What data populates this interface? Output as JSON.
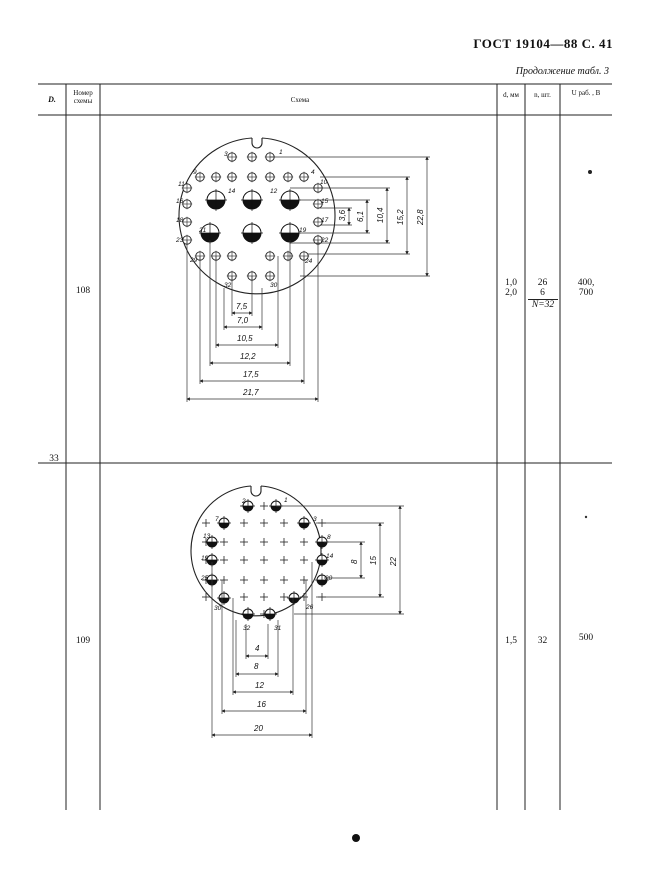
{
  "header": {
    "title": "ГОСТ  19104—88  С. 41",
    "continuation": "Продолжение табл. 3"
  },
  "table": {
    "columns": {
      "d_main": "D.",
      "scheme_no": "Номер схемы",
      "scheme": "Схема",
      "d_pin": "d, мм",
      "n": "n, шт.",
      "u_work": "U раб. , В"
    },
    "row_separator_value": "33",
    "rows": [
      {
        "scheme_no": "108",
        "d_line1": "1,0",
        "d_line2": "2,0",
        "n_line1": "26",
        "n_line2": "6",
        "n_total": "N=32",
        "u_line1": "400,",
        "u_line2": "700",
        "pin_numbers": [
          "3",
          "1",
          "9",
          "4",
          "11",
          "10",
          "14",
          "12",
          "16",
          "15",
          "18",
          "17",
          "21",
          "19",
          "23",
          "22",
          "29",
          "24",
          "32",
          "30"
        ],
        "dims_vertical": [
          "3,6",
          "6,1",
          "10,4",
          "15,2",
          "22,8"
        ],
        "dims_horizontal": [
          "7,5",
          "7,0",
          "10,5",
          "12,2",
          "17,5",
          "21,7"
        ]
      },
      {
        "scheme_no": "109",
        "d_value": "1,5",
        "n_value": "32",
        "u_value": "500",
        "pin_numbers": [
          "2",
          "1",
          "7",
          "3",
          "13",
          "8",
          "19",
          "14",
          "25",
          "20",
          "30",
          "26",
          "32",
          "31"
        ],
        "dims_vertical": [
          "8",
          "15",
          "22"
        ],
        "dims_horizontal": [
          "4",
          "8",
          "12",
          "16",
          "20"
        ]
      }
    ]
  }
}
